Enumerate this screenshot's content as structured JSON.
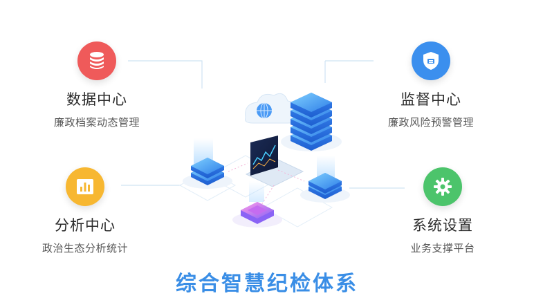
{
  "modules": {
    "data_center": {
      "title": "数据中心",
      "subtitle": "廉政档案动态管理",
      "icon": "database-icon",
      "color": "#ef5a5a"
    },
    "monitor_center": {
      "title": "监督中心",
      "subtitle": "廉政风险预警管理",
      "icon": "shield-icon",
      "color": "#3b8fee"
    },
    "analysis_center": {
      "title": "分析中心",
      "subtitle": "政治生态分析统计",
      "icon": "bar-chart-icon",
      "color": "#f7b731"
    },
    "system_settings": {
      "title": "系统设置",
      "subtitle": "业务支撑平台",
      "icon": "gear-icon",
      "color": "#4cc46b"
    }
  },
  "footer": {
    "title": "综合智慧纪检体系"
  }
}
